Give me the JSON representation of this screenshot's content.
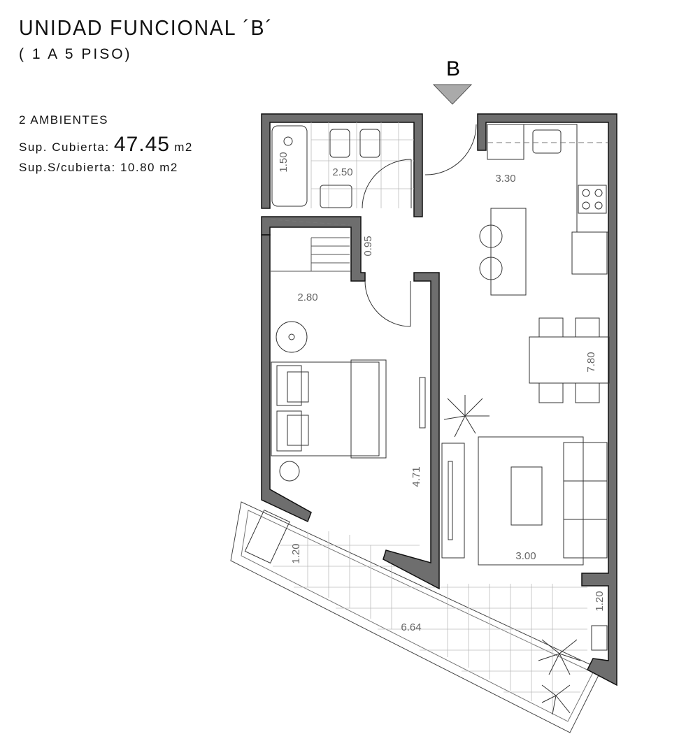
{
  "header": {
    "title": "UNIDAD FUNCIONAL ´B´",
    "subtitle": "( 1 A 5 PISO)",
    "rooms": "2 AMBIENTES",
    "covered_label": "Sup. Cubierta:",
    "covered_value": "47.45",
    "covered_unit": "m2",
    "uncovered": "Sup.S/cubierta: 10.80 m2"
  },
  "plan": {
    "entry_marker": "B",
    "dims": {
      "bath_tub": "1.50",
      "bath": "2.50",
      "kitchen": "3.30",
      "hall": "0.95",
      "bedroom_width": "2.80",
      "living_length": "7.80",
      "bedroom_length": "4.71",
      "living_width": "3.00",
      "balcony_depth": "1.20",
      "balcony_length": "6.64",
      "balcony_side": "1.20"
    }
  }
}
